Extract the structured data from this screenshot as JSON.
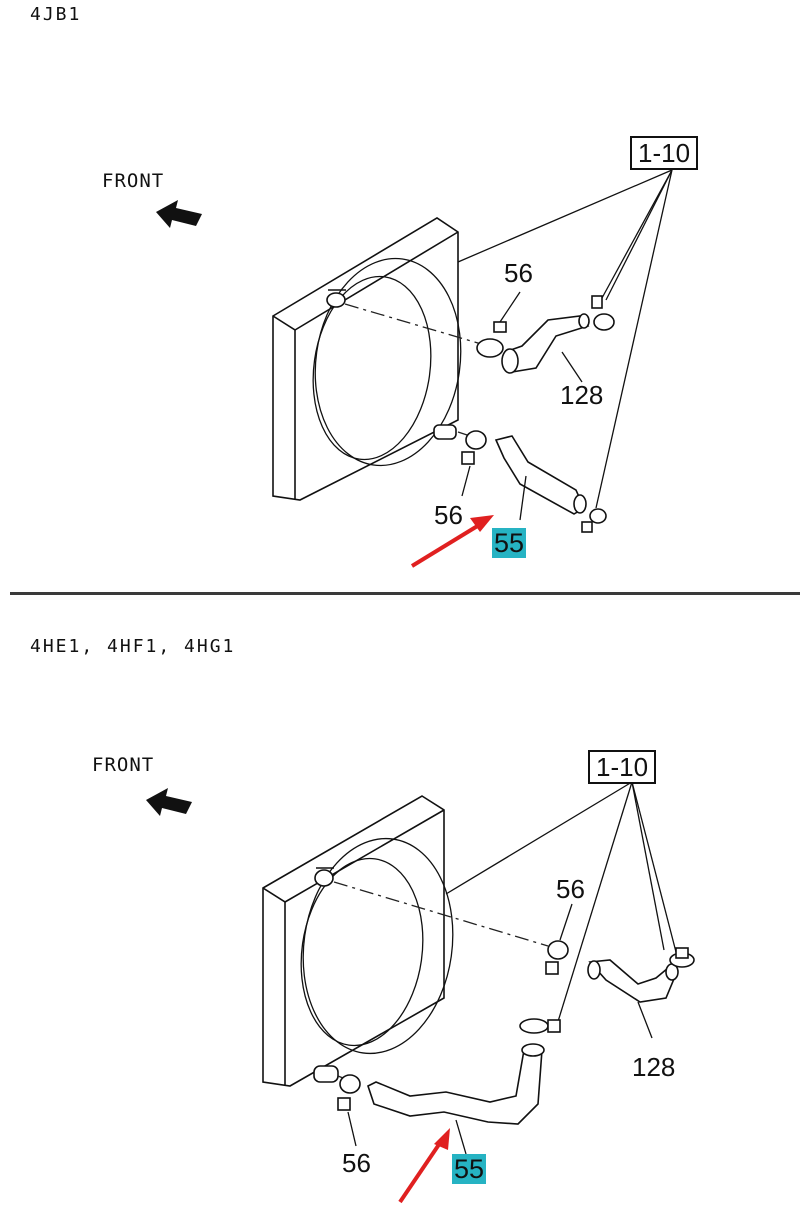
{
  "top": {
    "engine_label": "4JB1",
    "front_label": "FRONT",
    "ref_box": "1-10",
    "callouts": {
      "clamp_upper": "56",
      "upper_hose": "128",
      "clamp_lower": "56",
      "lower_hose": "55"
    }
  },
  "bottom": {
    "engine_label": "4HE1, 4HF1, 4HG1",
    "front_label": "FRONT",
    "ref_box": "1-10",
    "callouts": {
      "clamp_upper": "56",
      "upper_hose": "128",
      "clamp_lower": "56",
      "lower_hose": "55"
    }
  },
  "colors": {
    "highlight": "#26b3c3",
    "arrow": "#e02020",
    "line": "#111111"
  },
  "icons": {
    "front_arrow": "arrow-left-icon",
    "pointer": "red-arrow-icon"
  }
}
